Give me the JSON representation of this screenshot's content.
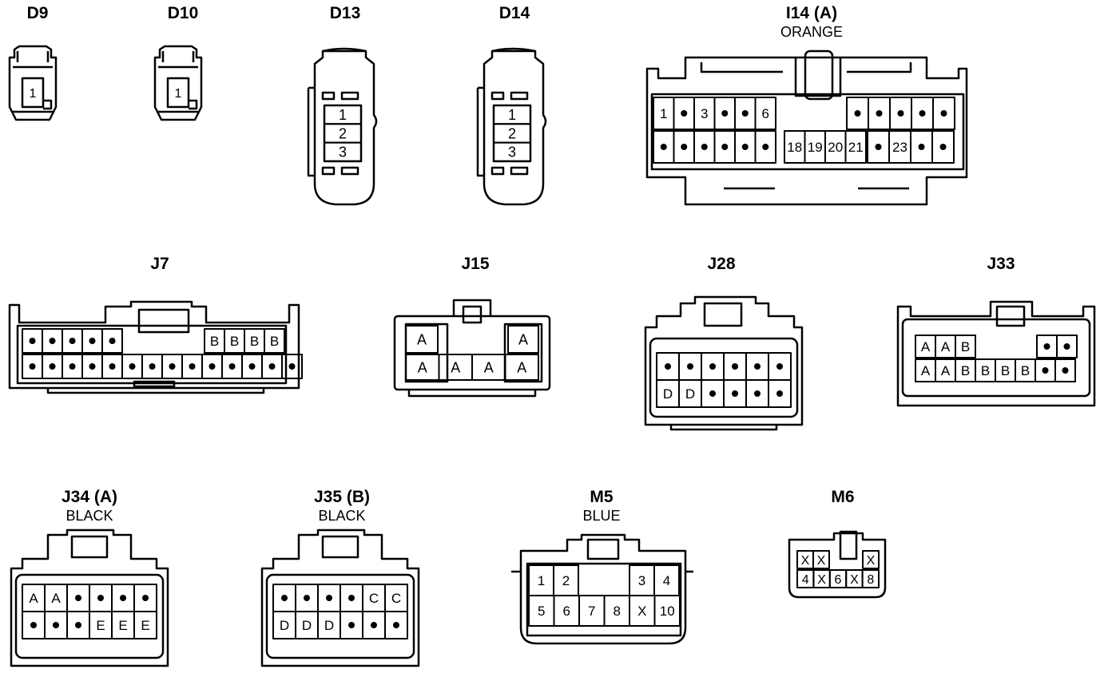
{
  "connectors": {
    "d9": {
      "name": "D9",
      "pins": [
        "1"
      ]
    },
    "d10": {
      "name": "D10",
      "pins": [
        "1"
      ]
    },
    "d13": {
      "name": "D13",
      "pins": [
        "1",
        "2",
        "3"
      ]
    },
    "d14": {
      "name": "D14",
      "pins": [
        "1",
        "2",
        "3"
      ]
    },
    "i14": {
      "name": "I14 (A)",
      "color": "ORANGE",
      "top": [
        "1",
        "•",
        "3",
        "•",
        "•",
        "6"
      ],
      "bottom_left": [
        "•",
        "•",
        "•",
        "•",
        "•",
        "•"
      ],
      "bottom_mid": [
        "18",
        "19",
        "20",
        "21"
      ],
      "right_top": [
        "•",
        "•",
        "•",
        "•",
        "•"
      ],
      "right_bottom": [
        "•",
        "23",
        "•",
        "•"
      ]
    },
    "j7": {
      "name": "J7",
      "top": [
        "•",
        "•",
        "•",
        "•",
        "•",
        "B",
        "B",
        "B",
        "B"
      ],
      "bottom": [
        "•",
        "•",
        "•",
        "•",
        "•",
        "•",
        "•",
        "•",
        "•",
        "•",
        "•",
        "•",
        "•",
        "•"
      ]
    },
    "j15": {
      "name": "J15",
      "top": [
        "A",
        "A"
      ],
      "bottom": [
        "A",
        "A",
        "A",
        "A"
      ]
    },
    "j28": {
      "name": "J28",
      "top": [
        "•",
        "•",
        "•",
        "•",
        "•",
        "•"
      ],
      "bottom": [
        "D",
        "D",
        "•",
        "•",
        "•",
        "•"
      ]
    },
    "j33": {
      "name": "J33",
      "top": [
        "A",
        "A",
        "B",
        "•",
        "•"
      ],
      "bottom": [
        "A",
        "A",
        "B",
        "B",
        "B",
        "B",
        "•",
        "•"
      ]
    },
    "j34": {
      "name": "J34 (A)",
      "color": "BLACK",
      "top": [
        "A",
        "A",
        "•",
        "•",
        "•",
        "•"
      ],
      "bottom": [
        "•",
        "•",
        "•",
        "E",
        "E",
        "E"
      ]
    },
    "j35": {
      "name": "J35 (B)",
      "color": "BLACK",
      "top": [
        "•",
        "•",
        "•",
        "•",
        "C",
        "C"
      ],
      "bottom": [
        "D",
        "D",
        "D",
        "•",
        "•",
        "•"
      ]
    },
    "m5": {
      "name": "M5",
      "color": "BLUE",
      "top_left": [
        "1",
        "2"
      ],
      "top_right": [
        "3",
        "4"
      ],
      "bottom": [
        "5",
        "6",
        "7",
        "8",
        "X",
        "10"
      ]
    },
    "m6": {
      "name": "M6",
      "top_left": [
        "X",
        "X"
      ],
      "top_right": [
        "X"
      ],
      "bottom": [
        "4",
        "X",
        "6",
        "X",
        "8"
      ]
    }
  }
}
